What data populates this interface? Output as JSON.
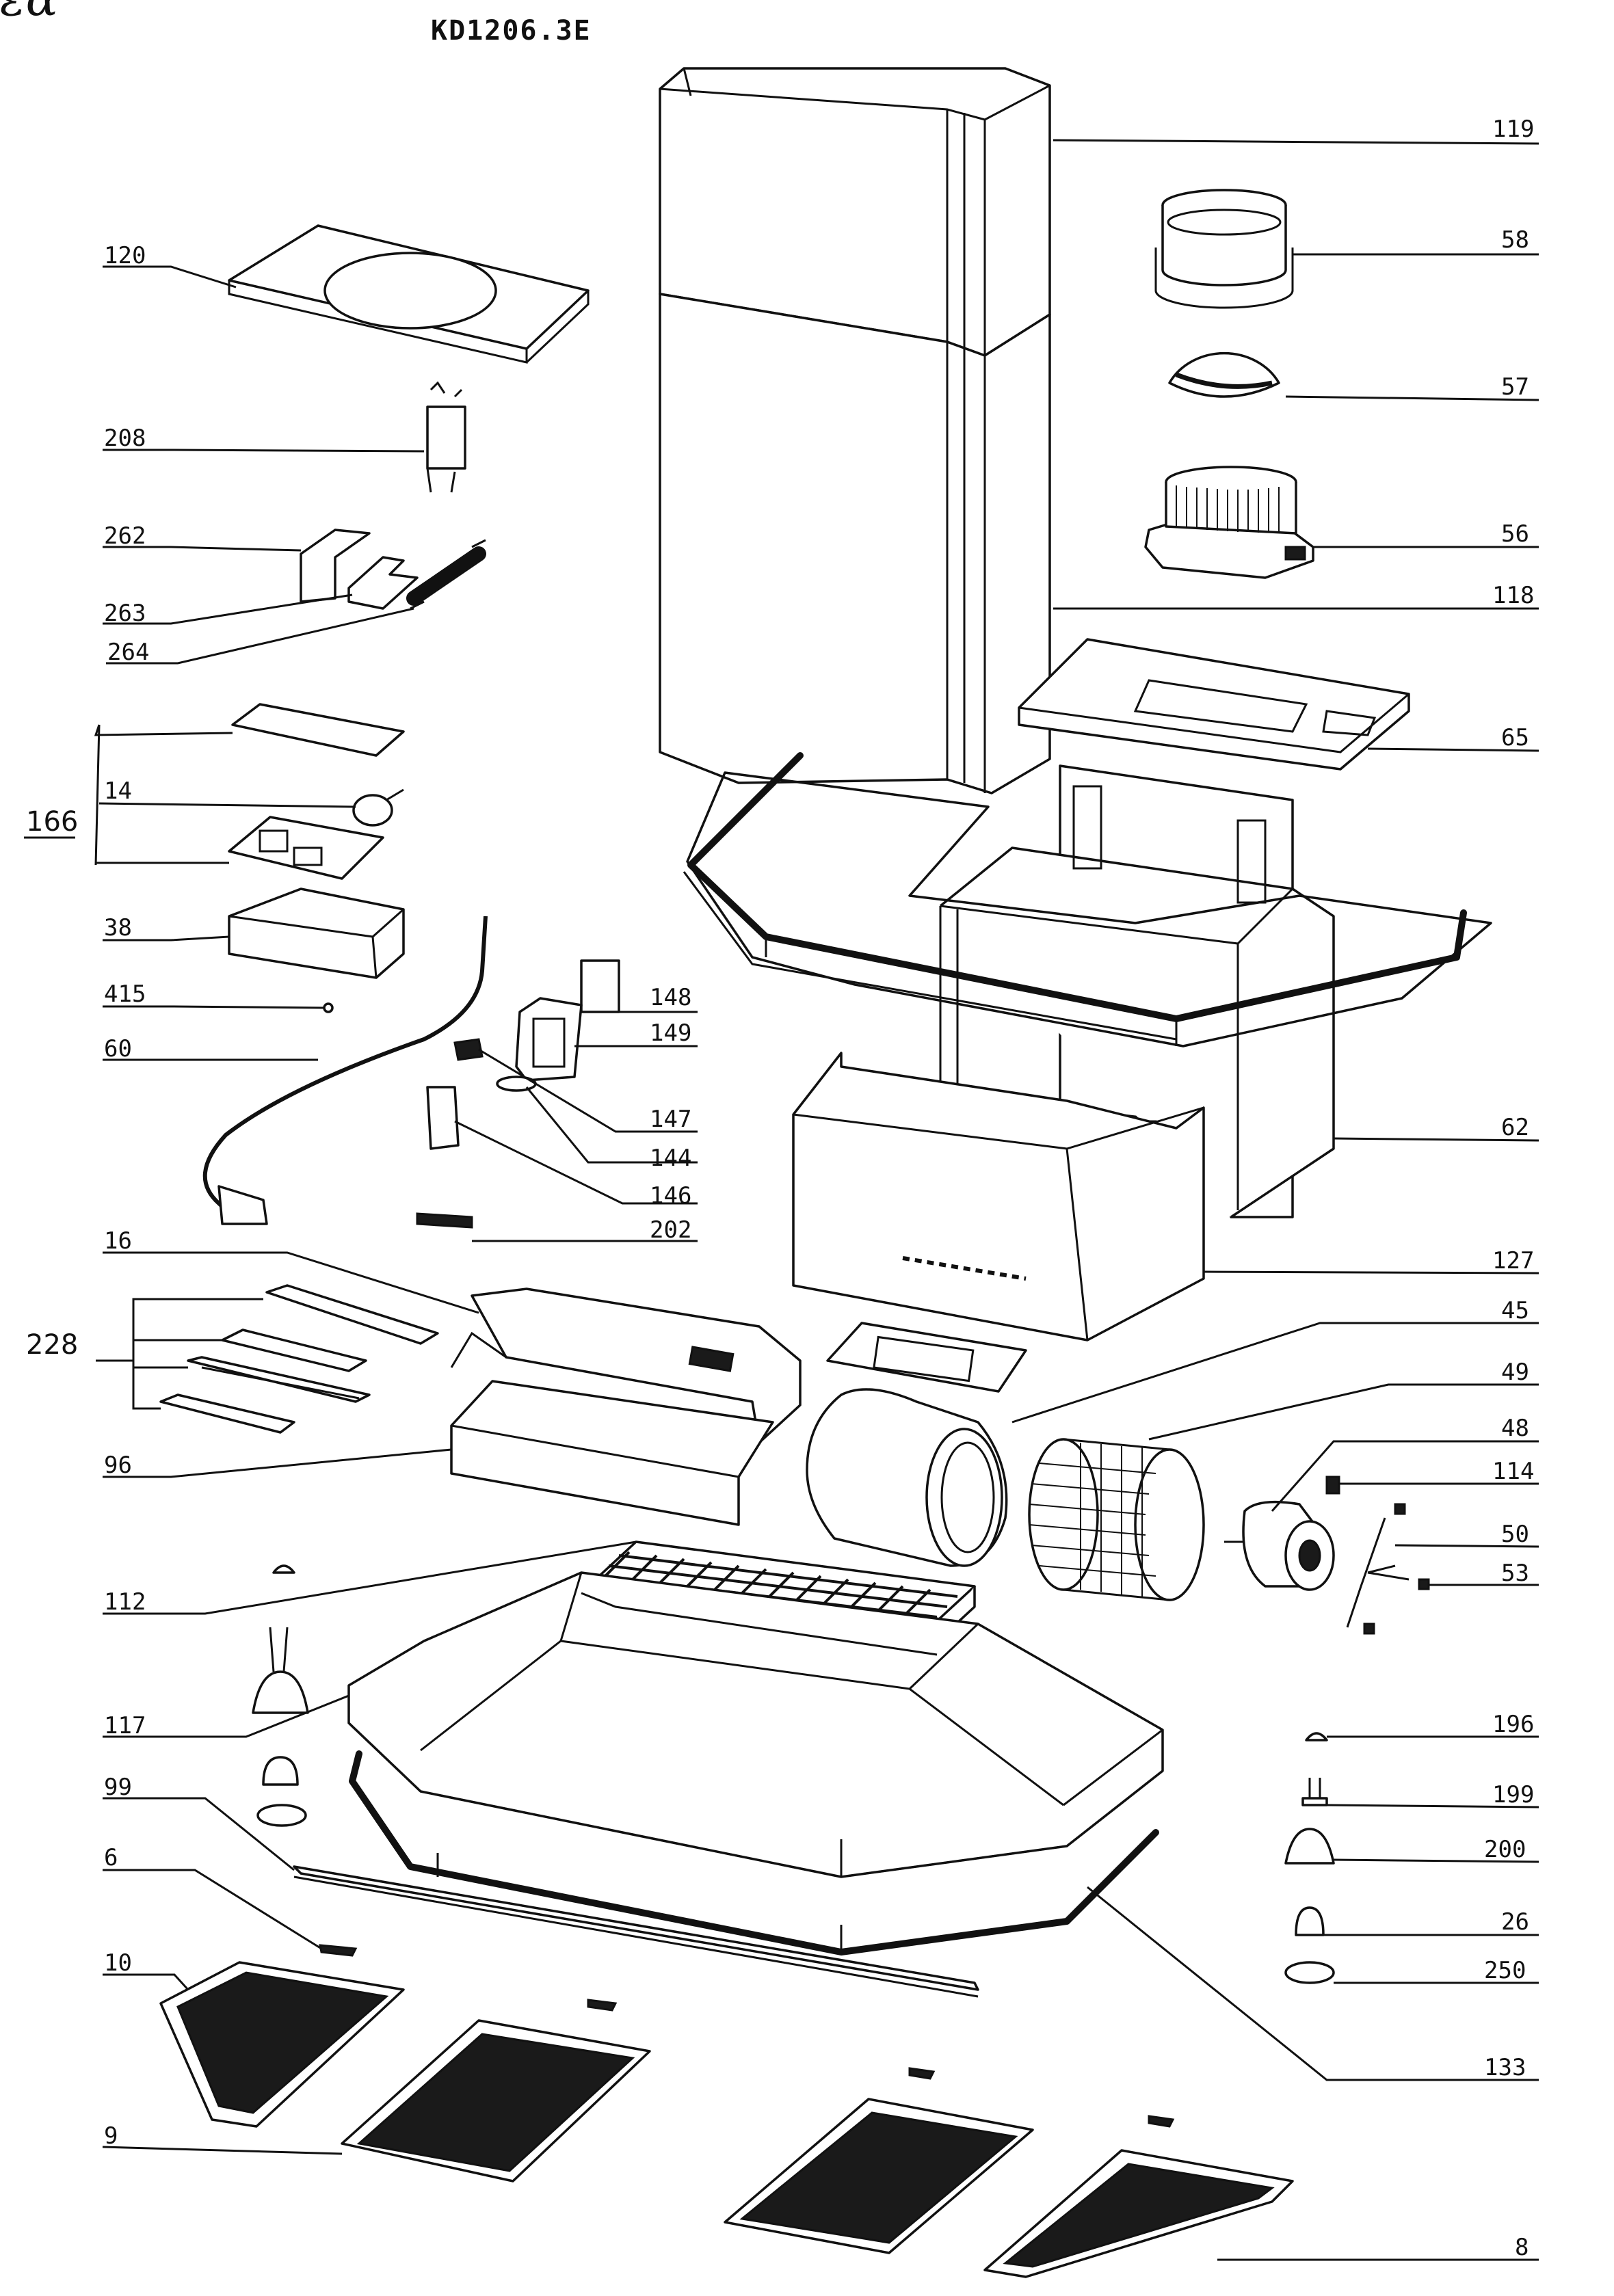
{
  "document": {
    "title": "KD1206.3E",
    "corner_mark": "εα"
  },
  "callouts_left": [
    {
      "id": "120",
      "text": "120"
    },
    {
      "id": "208",
      "text": "208"
    },
    {
      "id": "262",
      "text": "262"
    },
    {
      "id": "263",
      "text": "263"
    },
    {
      "id": "264",
      "text": "264"
    },
    {
      "id": "14",
      "text": "14"
    },
    {
      "id": "38",
      "text": "38"
    },
    {
      "id": "415",
      "text": "415"
    },
    {
      "id": "60",
      "text": "60"
    },
    {
      "id": "16",
      "text": "16"
    },
    {
      "id": "96",
      "text": "96"
    },
    {
      "id": "112",
      "text": "112"
    },
    {
      "id": "117",
      "text": "117"
    },
    {
      "id": "99",
      "text": "99"
    },
    {
      "id": "6",
      "text": "6"
    },
    {
      "id": "10",
      "text": "10"
    },
    {
      "id": "9",
      "text": "9"
    }
  ],
  "group_labels": [
    {
      "id": "166",
      "text": "166"
    },
    {
      "id": "228",
      "text": "228"
    }
  ],
  "callouts_center": [
    {
      "id": "148",
      "text": "148"
    },
    {
      "id": "149",
      "text": "149"
    },
    {
      "id": "147",
      "text": "147"
    },
    {
      "id": "144",
      "text": "144"
    },
    {
      "id": "146",
      "text": "146"
    },
    {
      "id": "202",
      "text": "202"
    }
  ],
  "callouts_right": [
    {
      "id": "119",
      "text": "119"
    },
    {
      "id": "58",
      "text": "58"
    },
    {
      "id": "57",
      "text": "57"
    },
    {
      "id": "56",
      "text": "56"
    },
    {
      "id": "118",
      "text": "118"
    },
    {
      "id": "65",
      "text": "65"
    },
    {
      "id": "62",
      "text": "62"
    },
    {
      "id": "127",
      "text": "127"
    },
    {
      "id": "45",
      "text": "45"
    },
    {
      "id": "49",
      "text": "49"
    },
    {
      "id": "48",
      "text": "48"
    },
    {
      "id": "114",
      "text": "114"
    },
    {
      "id": "50",
      "text": "50"
    },
    {
      "id": "53",
      "text": "53"
    },
    {
      "id": "196",
      "text": "196"
    },
    {
      "id": "199",
      "text": "199"
    },
    {
      "id": "200",
      "text": "200"
    },
    {
      "id": "26",
      "text": "26"
    },
    {
      "id": "250",
      "text": "250"
    },
    {
      "id": "133",
      "text": "133"
    },
    {
      "id": "8",
      "text": "8"
    }
  ]
}
